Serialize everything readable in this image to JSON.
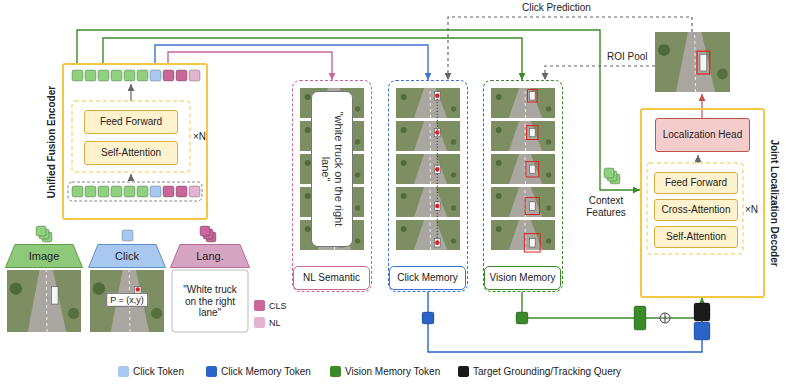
{
  "diagram": {
    "nodes": [
      {
        "text": [
          "Unified Fusion Encoder"
        ]
      },
      {
        "text": [
          "Feed Forward"
        ],
        "in": 0
      },
      {
        "text": [
          "Self-Attention"
        ],
        "in": 0
      },
      {
        "text": [
          "Image"
        ]
      },
      {
        "text": [
          "Click",
          "P = (x,y)"
        ]
      },
      {
        "text": [
          "Lang.",
          "\"White truck on the right lane\""
        ]
      },
      {
        "text": [
          "NL Semantic",
          "\"white truck on the right lane\""
        ]
      },
      {
        "text": [
          "Click Memory"
        ]
      },
      {
        "text": [
          "Vision Memory"
        ]
      },
      {
        "text": [
          "Joint Localization Decoder"
        ]
      },
      {
        "text": [
          "Localization Head"
        ],
        "in": 9
      },
      {
        "text": [
          "Feed Forward"
        ],
        "in": 9
      },
      {
        "text": [
          "Cross-Attention"
        ],
        "in": 9
      },
      {
        "text": [
          "Self-Attention"
        ],
        "in": 9
      }
    ],
    "edges": [
      {
        "from": 0,
        "to": 6,
        "arrow": "to"
      },
      {
        "from": 0,
        "to": 7,
        "arrow": "to"
      },
      {
        "from": 0,
        "to": 8,
        "arrow": "to"
      },
      {
        "from": 0,
        "to": 9,
        "arrow": "to"
      },
      {
        "from": 7,
        "to": 9,
        "arrow": "to"
      },
      {
        "from": 8,
        "to": 9,
        "arrow": "to"
      }
    ],
    "labels": [
      "×N",
      "×N",
      "Click Prediction",
      "ROI Pool",
      "Context Features"
    ],
    "legend": [
      {
        "text": "CLS",
        "color": "#c9679a"
      },
      {
        "text": "NL",
        "color": "#e3b3cf"
      },
      {
        "text": "Click Token",
        "color": "#a8c8f0"
      },
      {
        "text": "Click Memory Token",
        "color": "#2a64c8"
      },
      {
        "text": "Vision Memory Token",
        "color": "#3b8a2a"
      },
      {
        "text": "Target Grounding/Tracking Query",
        "color": "#1a1a1a"
      }
    ]
  }
}
